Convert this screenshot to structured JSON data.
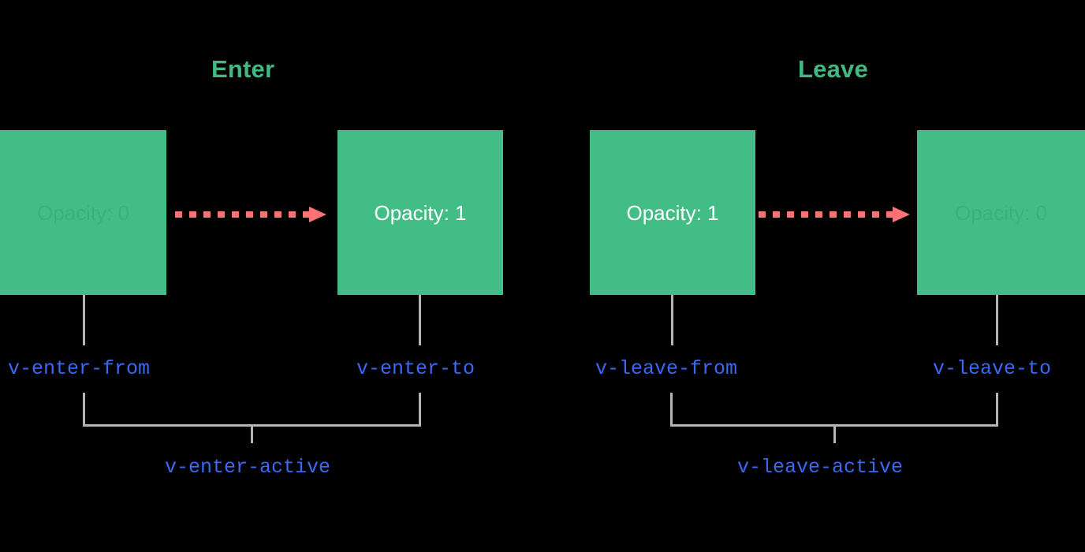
{
  "diagram": {
    "background_color": "#000000",
    "accent_green": "#42b883",
    "box_green": "#42bd85",
    "arrow_red": "#fc7373",
    "label_blue": "#3b68f5",
    "line_grey": "#b6b4b2",
    "sections": [
      {
        "id": "enter",
        "title": "Enter",
        "from_box": {
          "label": "Opacity: 0",
          "state": "faded",
          "class_name": "v-enter-from"
        },
        "to_box": {
          "label": "Opacity: 1",
          "state": "visible",
          "class_name": "v-enter-to"
        },
        "active_class": "v-enter-active",
        "arrow": "dashed-right-arrow"
      },
      {
        "id": "leave",
        "title": "Leave",
        "from_box": {
          "label": "Opacity: 1",
          "state": "visible",
          "class_name": "v-leave-from"
        },
        "to_box": {
          "label": "Opacity: 0",
          "state": "faded",
          "class_name": "v-leave-to"
        },
        "active_class": "v-leave-active",
        "arrow": "dashed-right-arrow"
      }
    ]
  }
}
